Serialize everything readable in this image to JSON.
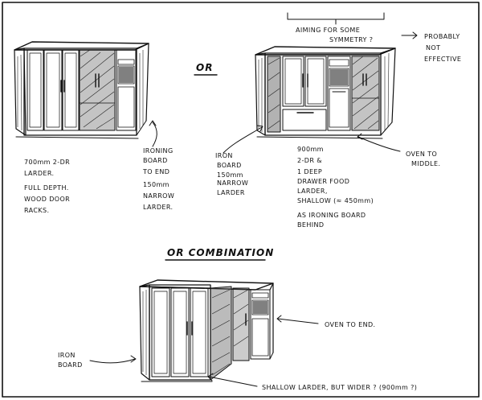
{
  "headings": {
    "or": "OR",
    "or_combination": "OR COMBINATION"
  },
  "sketch1": {
    "note_larder": [
      "700mm 2-DR",
      "LARDER.",
      "FULL DEPTH.",
      "WOOD DOOR",
      "RACKS."
    ],
    "note_ironing": [
      "IRONING",
      "BOARD",
      "TO END",
      "150mm",
      "NARROW",
      "LARDER."
    ]
  },
  "sketch2": {
    "aiming": "AIMING FOR SOME",
    "symmetry": "SYMMETRY ?",
    "probably": [
      "PROBABLY",
      "NOT",
      "EFFECTIVE"
    ],
    "iron_board": [
      "IRON",
      "BOARD",
      "150mm",
      "NARROW",
      "LARDER"
    ],
    "details": [
      "900mm",
      "2-DR &",
      "1 DEEP",
      "DRAWER FOOD",
      "LARDER,",
      "SHALLOW (≈ 450mm)",
      "AS IRONING BOARD",
      "BEHIND"
    ],
    "oven_middle": [
      "OVEN TO",
      "MIDDLE."
    ]
  },
  "sketch3": {
    "oven_end": "OVEN TO END.",
    "iron_board": [
      "IRON",
      "BOARD"
    ],
    "shallow_larder": "SHALLOW LARDER, BUT WIDER ? (900mm ?)"
  }
}
